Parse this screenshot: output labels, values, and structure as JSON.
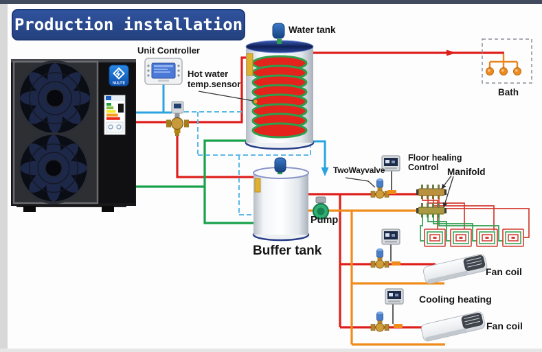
{
  "title": "Production installation",
  "brand": "NULITE",
  "labels": {
    "unit_controller": "Unit Controller",
    "hot_water_sensor": "Hot water\ntemp.sensor",
    "water_tank": "Water tank",
    "two_way_valve": "TwoWayvalve",
    "floor_heating_control": "Floor healing\nControl",
    "manifold": "Manifold",
    "bath": "Bath",
    "pump": "Pump",
    "buffer_tank": "Buffer tank",
    "fan_coil_top": "Fan coil",
    "cooling_heating": "Cooling heating",
    "fan_coil_bottom": "Fan coil"
  },
  "colors": {
    "banner_blue": "#2a4a9c",
    "pipe_hot_red": "#df1f1c",
    "pipe_return_orange": "#f08c1a",
    "pipe_source_green": "#18a14b",
    "pipe_cold_blue": "#2ba3e0",
    "signal_wire_blue": "#5ab8e6",
    "coil_red": "#e3231c",
    "coil_green": "#2f9e4e",
    "brand_blue": "#1576d8"
  }
}
